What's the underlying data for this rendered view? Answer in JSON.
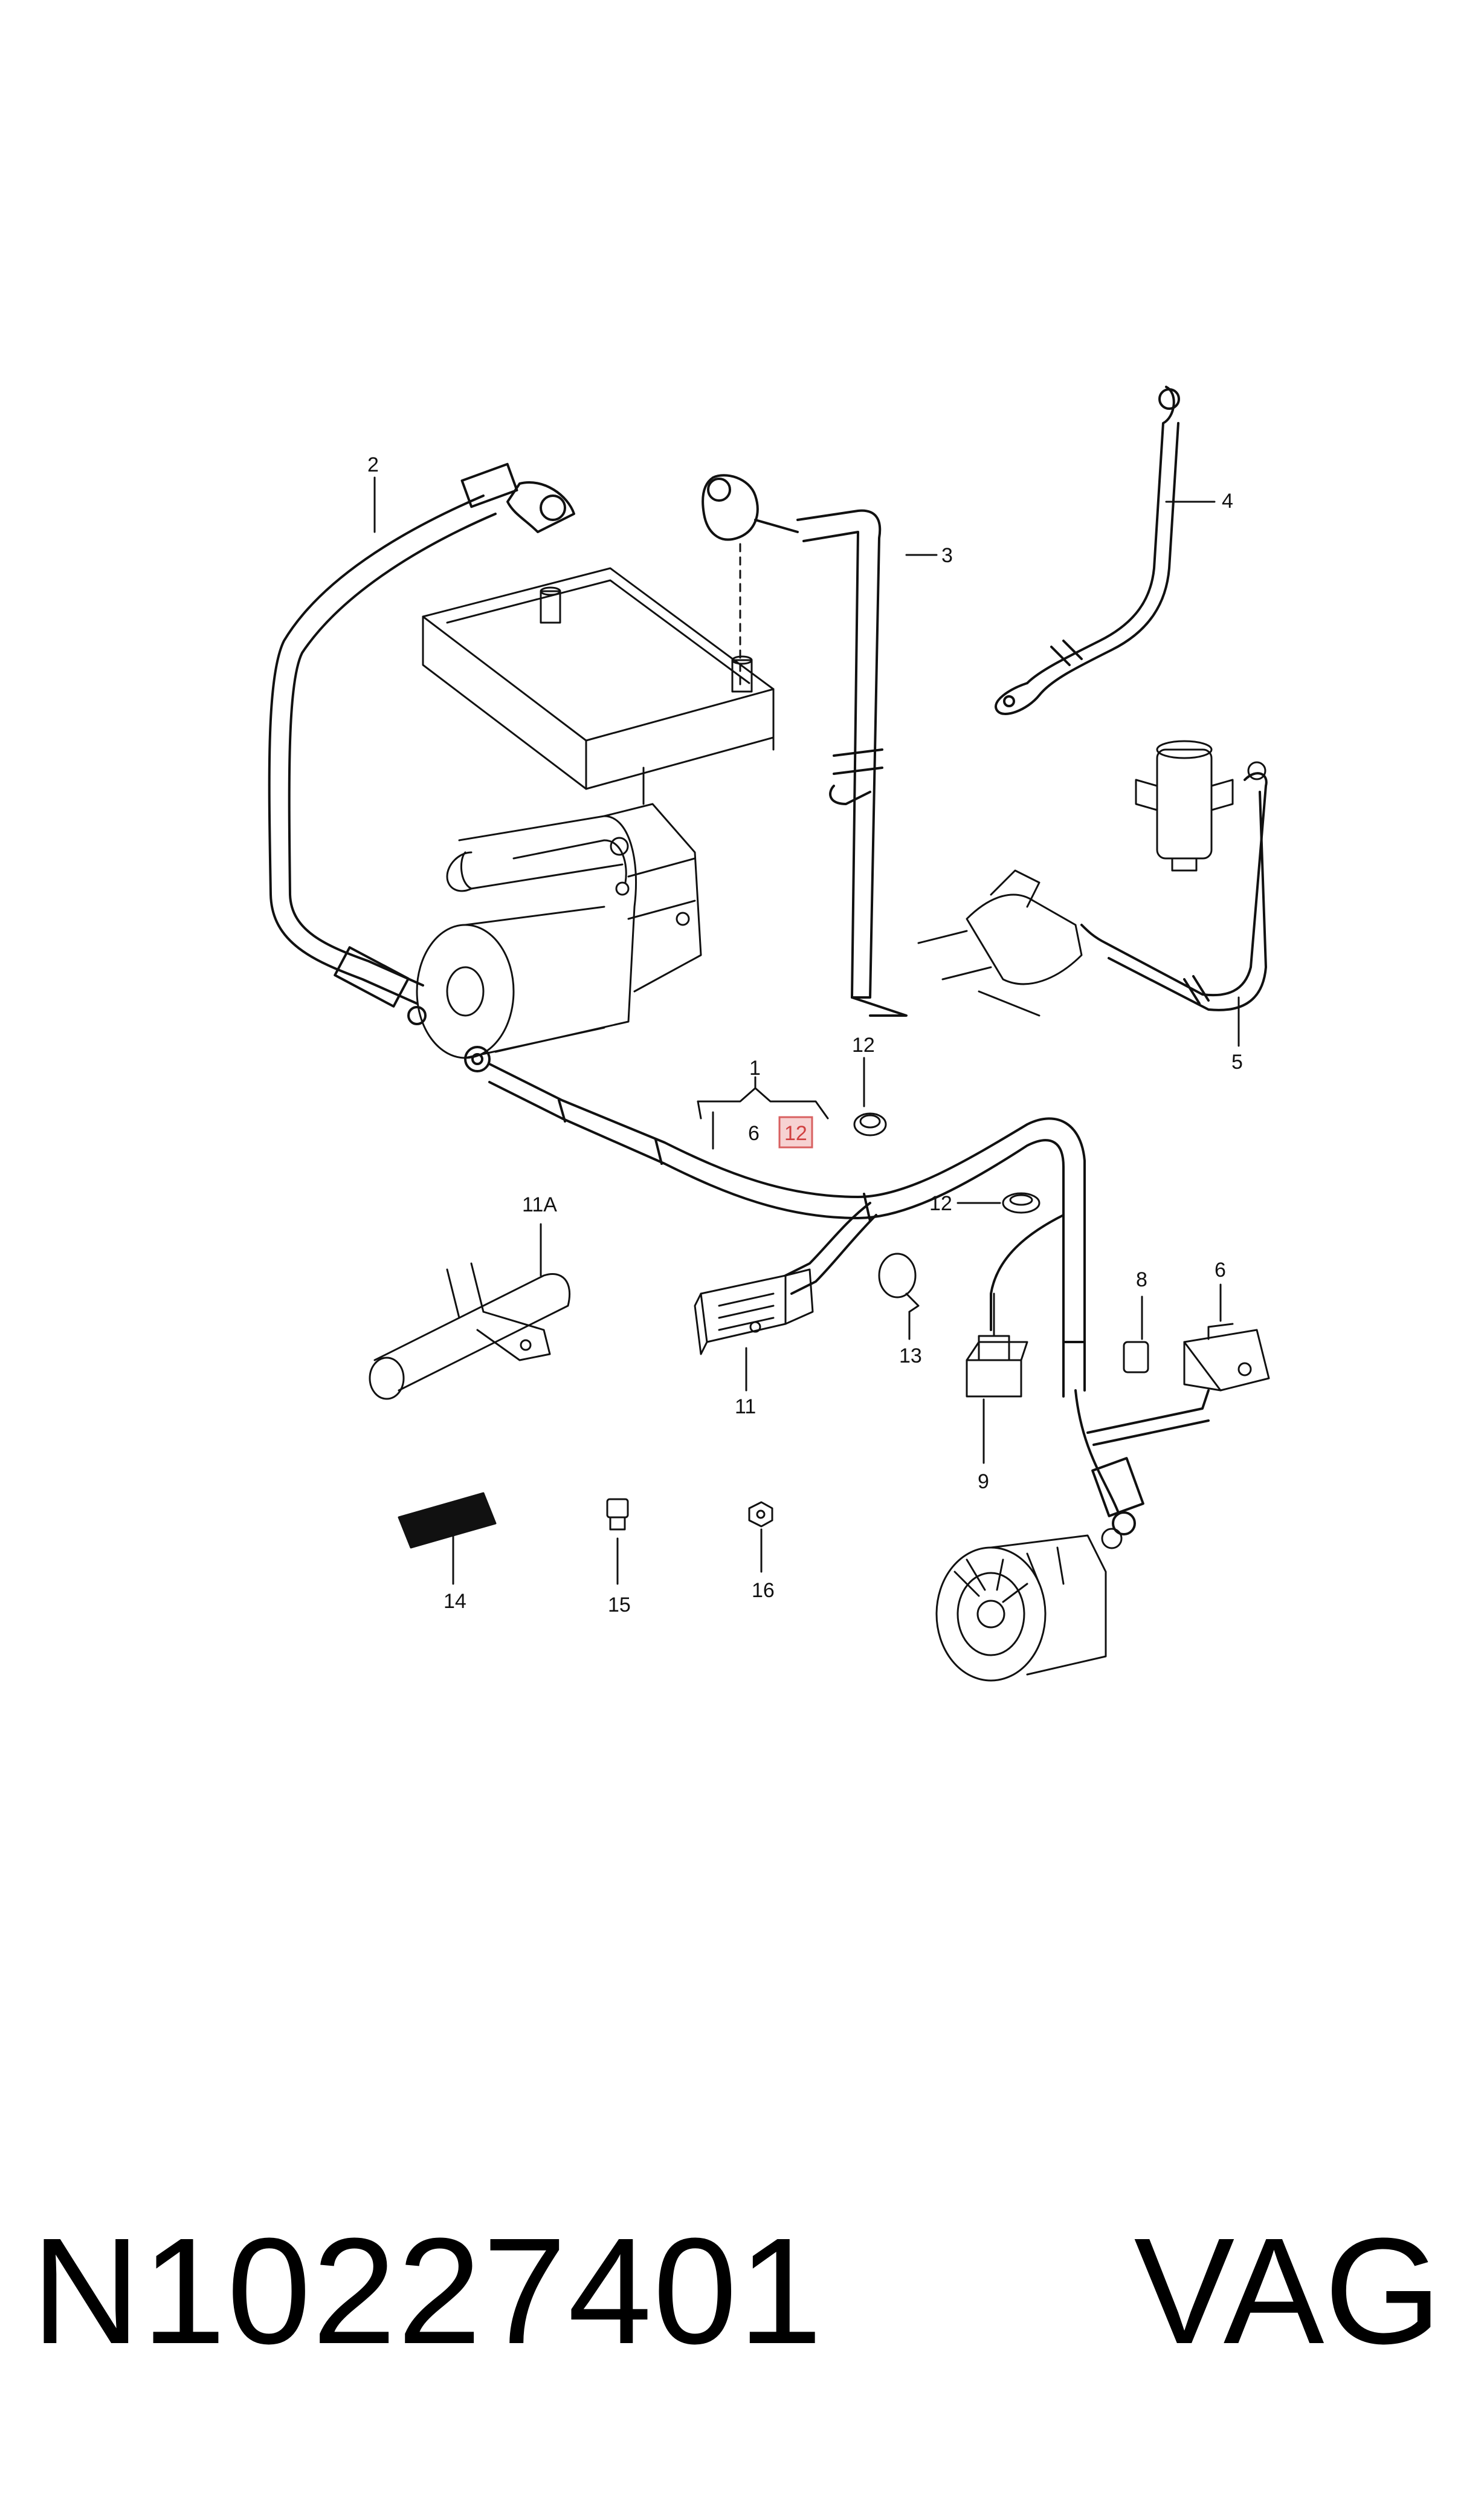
{
  "diagram": {
    "callouts": {
      "c1": "1",
      "c2": "2",
      "c3": "3",
      "c4": "4",
      "c5": "5",
      "c6a": "6",
      "c6b": "6",
      "c8": "8",
      "c9": "9",
      "c11": "11",
      "c11a": "11A",
      "c12a": "12",
      "c12b": "12",
      "c12c": "12",
      "c13": "13",
      "c14": "14",
      "c15": "15",
      "c16": "16"
    },
    "highlight_color": "#d86060"
  },
  "footer": {
    "part_number": "N10227401",
    "brand": "VAG"
  }
}
